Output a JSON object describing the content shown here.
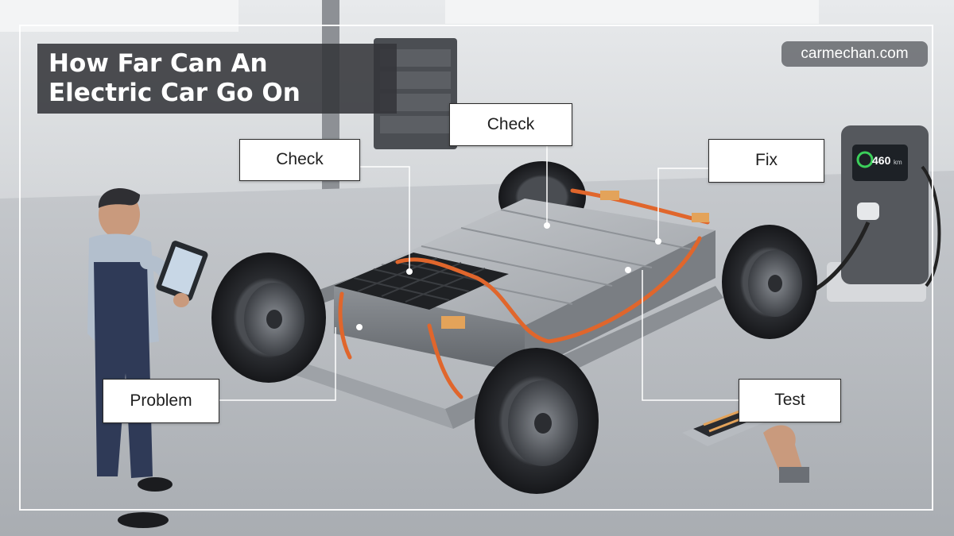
{
  "title": {
    "line1": "How Far Can An",
    "line2": "Electric Car Go On"
  },
  "brand": "carmechan.com",
  "callouts": {
    "check_left": "Check",
    "check_center": "Check",
    "fix": "Fix",
    "problem": "Problem",
    "test": "Test"
  },
  "charger_display": {
    "value": "460",
    "unit": "km"
  },
  "colors": {
    "cable_orange": "#e0662c",
    "title_background": "#34363a",
    "floor": "#b6b9bd"
  },
  "illustration": [
    "ev-chassis-with-battery-pack",
    "technician-with-tablet",
    "ev-charging-station",
    "hand-holding-battery-module"
  ]
}
